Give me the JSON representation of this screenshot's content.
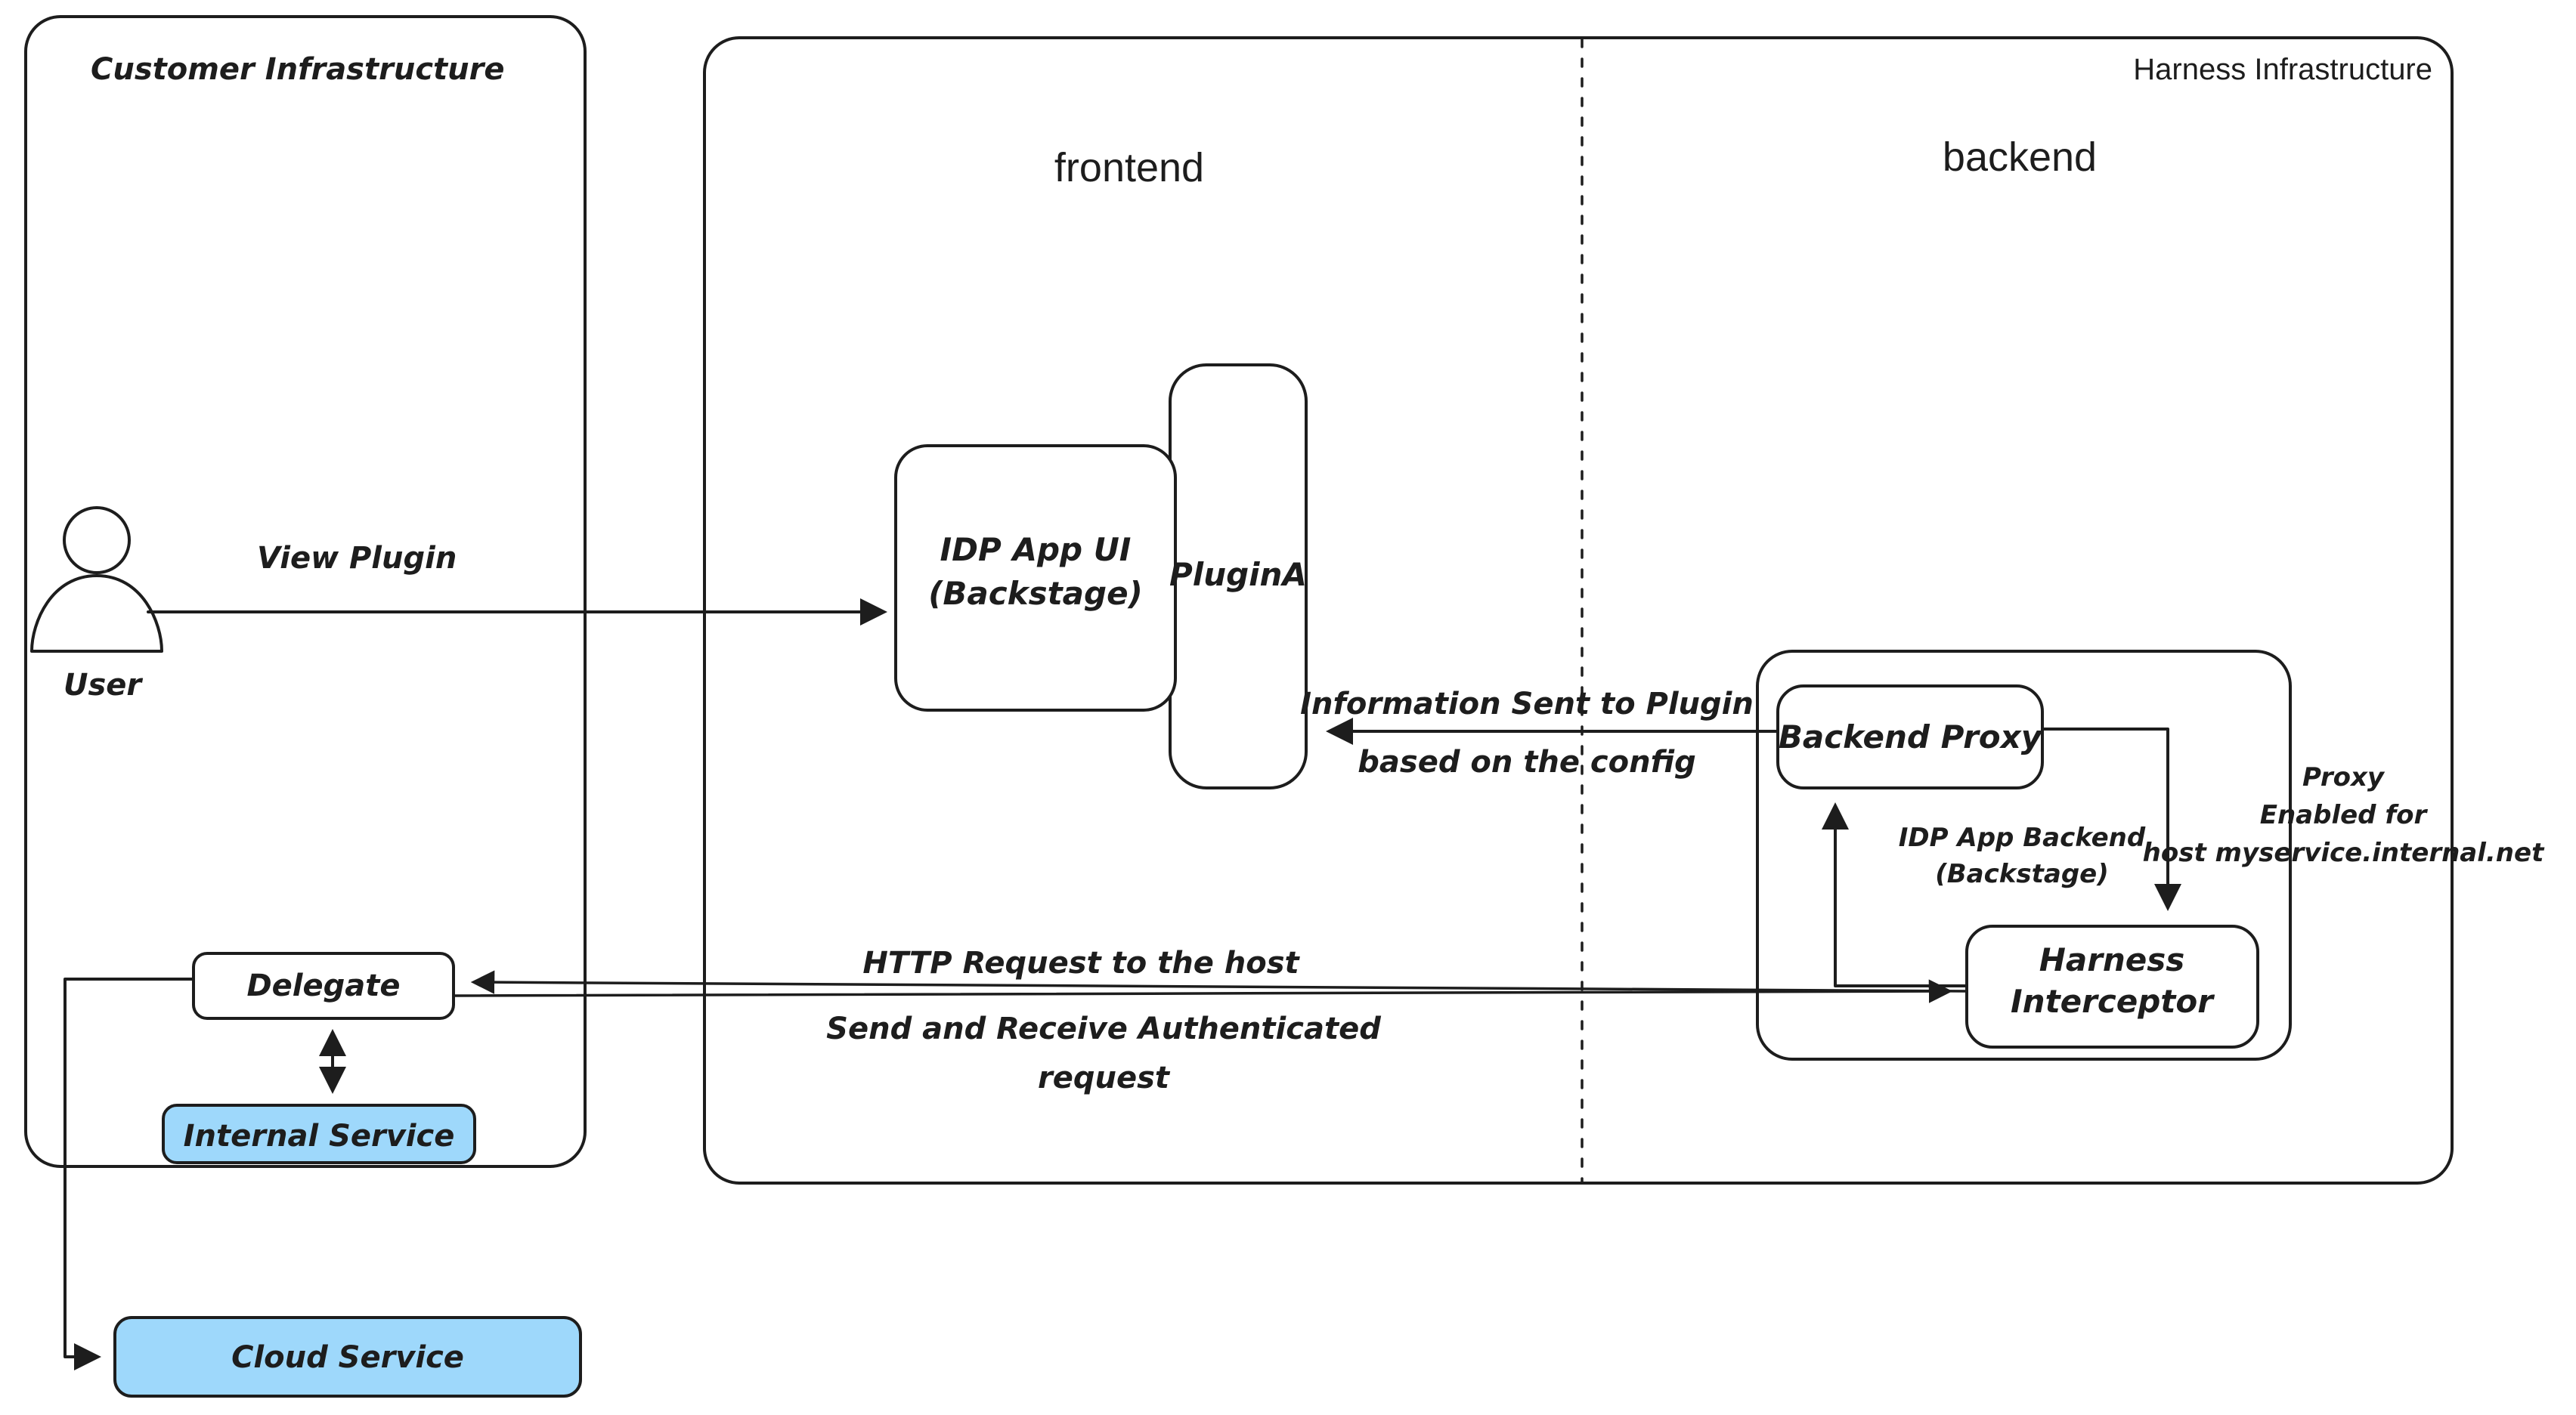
{
  "diagram": {
    "title": "Harness IDP Plugin Proxy Architecture",
    "accent_blue": "#9ED8FB",
    "ink": "#1d1d1d",
    "background": "#ffffff"
  },
  "zones": {
    "customer": {
      "label": "Customer Infrastructure"
    },
    "harness": {
      "label": "Harness Infrastructure"
    },
    "frontend": {
      "label": "frontend"
    },
    "backend": {
      "label": "backend"
    }
  },
  "nodes": {
    "user": {
      "label": "User",
      "icon": "user-actor-icon"
    },
    "idp_app_ui": {
      "line1": "IDP App UI",
      "line2": "(Backstage)"
    },
    "plugin_a": {
      "label": "PluginA"
    },
    "backend_proxy": {
      "label": "Backend Proxy"
    },
    "idp_app_backend": {
      "line1": "IDP App Backend",
      "line2": "(Backstage)"
    },
    "harness_interceptor": {
      "line1": "Harness",
      "line2": "Interceptor"
    },
    "delegate": {
      "label": "Delegate"
    },
    "internal_service": {
      "label": "Internal Service"
    },
    "cloud_service": {
      "label": "Cloud Service"
    }
  },
  "edges": {
    "view_plugin": {
      "label": "View Plugin"
    },
    "info_to_plugin": {
      "line1": "Information Sent to Plugin",
      "line2": "based on the config"
    },
    "http_request": {
      "line1": "HTTP Request to the host",
      "line2": "Send and Receive Authenticated",
      "line3": "request"
    },
    "proxy_enabled": {
      "line1": "Proxy",
      "line2": "Enabled for",
      "line3": "host myservice.internal.net"
    }
  }
}
